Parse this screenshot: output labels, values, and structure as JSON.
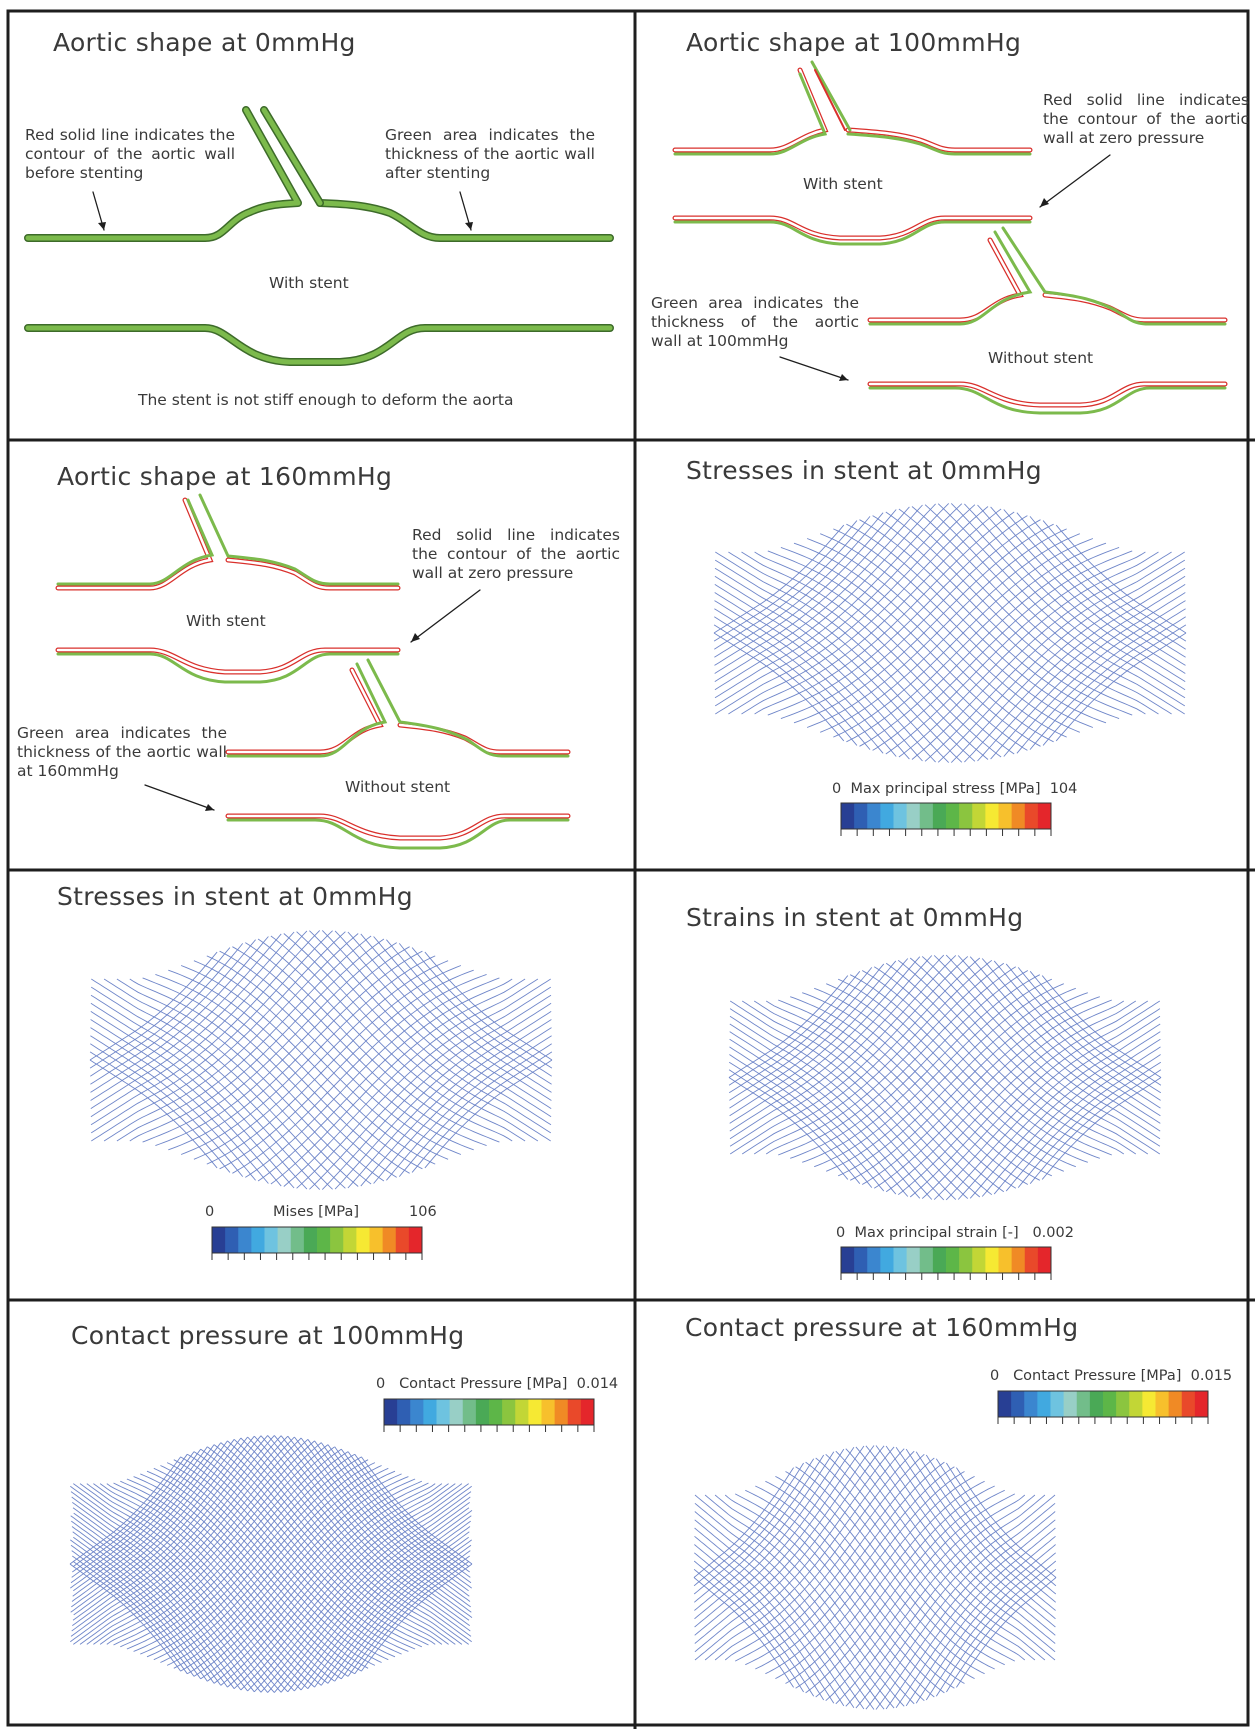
{
  "panels": {
    "p1": {
      "title": "Aortic shape at 0mmHg",
      "note_left": "Red solid line indicates the contour of the aortic wall before stenting",
      "note_right": "Green area indicates the thickness of the aortic wall after stenting",
      "with_stent": "With stent",
      "caption": "The stent is not stiff enough to deform the aorta"
    },
    "p2": {
      "title": "Aortic shape at 100mmHg",
      "note_red": "Red solid line indicates the contour of the aortic wall at zero pressure",
      "with_stent": "With stent",
      "note_green": "Green area indicates the thickness of the aortic wall at 100mmHg",
      "without_stent": "Without stent"
    },
    "p3": {
      "title": "Aortic shape at 160mmHg",
      "note_red": "Red solid line indicates the contour of the aortic wall at zero pressure",
      "with_stent": "With stent",
      "note_green": "Green area indicates the thickness of the aortic wall at 160mmHg",
      "without_stent": "Without stent"
    },
    "p4": {
      "title": "Stresses in stent at 0mmHg",
      "legend_min": "0",
      "legend_label": "Max principal stress [MPa]",
      "legend_max": "104"
    },
    "p5": {
      "title": "Stresses in stent at 0mmHg",
      "legend_min": "0",
      "legend_label": "Mises [MPa]",
      "legend_max": "106"
    },
    "p6": {
      "title": "Strains in stent at 0mmHg",
      "legend_min": "0",
      "legend_label": "Max principal strain [-]",
      "legend_max": "0.002"
    },
    "p7": {
      "title": "Contact pressure at 100mmHg",
      "legend_min": "0",
      "legend_label": "Contact Pressure [MPa]",
      "legend_max": "0.014"
    },
    "p8": {
      "title": "Contact pressure at 160mmHg",
      "legend_min": "0",
      "legend_label": "Contact Pressure [MPa]",
      "legend_max": "0.015"
    }
  },
  "colors": {
    "aortic_wall": "#7cba4c",
    "contour_red": "#d9302c",
    "stent_mesh": "#6f86c9",
    "scale": [
      "#283f94",
      "#2f5fb3",
      "#3b86cf",
      "#41a9e0",
      "#6ec3e0",
      "#98cfc6",
      "#72bd8a",
      "#4aa956",
      "#5db648",
      "#8bc53f",
      "#c2d636",
      "#f6e933",
      "#f7c02c",
      "#f08a25",
      "#e9492a",
      "#e4262b"
    ]
  }
}
